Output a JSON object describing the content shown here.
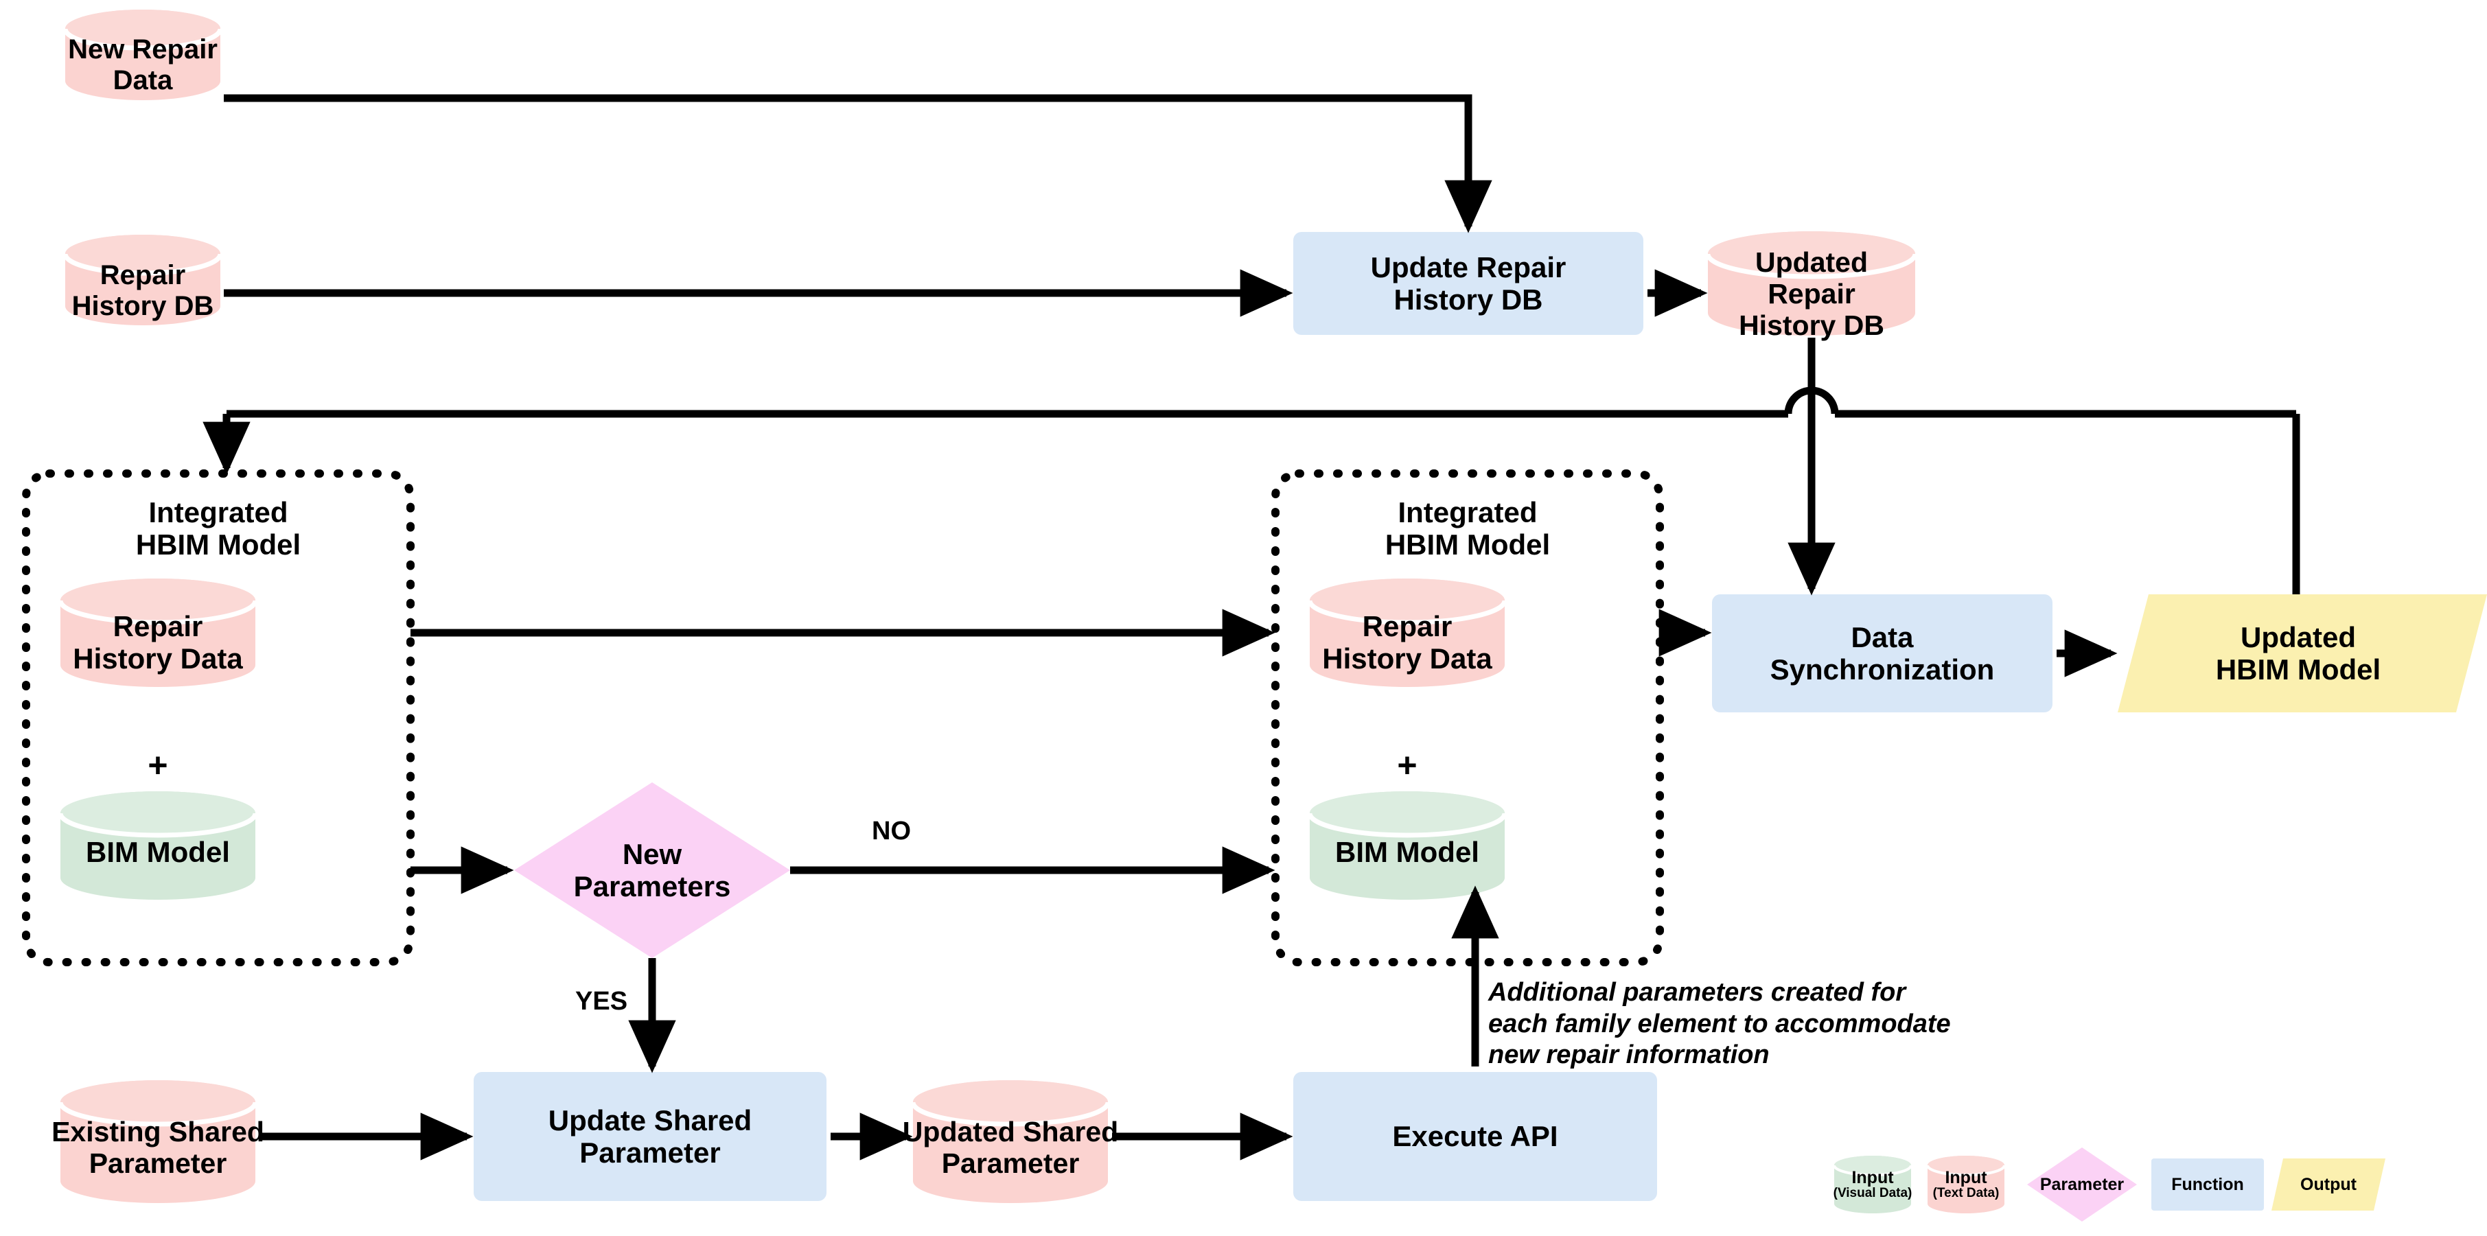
{
  "diagram": {
    "title": "HBIM repair-history update and data synchronization workflow",
    "colors": {
      "data_pink": "#FBD3D0",
      "data_pink_top": "#FBD9D6",
      "data_green": "#D3E8D8",
      "data_green_top": "#DCEDE0",
      "function_blue": "#D8E7F7",
      "parameter_magenta": "#FBD2F5",
      "output_yellow": "#FBF0B0",
      "stroke_black": "#000000",
      "group_border": "#000000"
    },
    "nodes": {
      "new_repair_data": "New Repair\nData",
      "repair_history_db": "Repair\nHistory DB",
      "update_repair_history_db": "Update Repair\nHistory DB",
      "updated_repair_history_db": "Updated Repair\nHistory DB",
      "group_left_title": "Integrated\nHBIM Model",
      "group_left_repair_history_data": "Repair\nHistory Data",
      "group_left_plus": "+",
      "group_left_bim_model": "BIM Model",
      "group_right_title": "Integrated\nHBIM Model",
      "group_right_repair_history_data": "Repair\nHistory Data",
      "group_right_plus": "+",
      "group_right_bim_model": "BIM Model",
      "new_parameters": "New\nParameters",
      "data_synchronization": "Data\nSynchronization",
      "updated_hbim_model": "Updated\nHBIM Model",
      "existing_shared_parameter": "Existing Shared\nParameter",
      "update_shared_parameter": "Update Shared\nParameter",
      "updated_shared_parameter": "Updated Shared\nParameter",
      "execute_api": "Execute API"
    },
    "edge_labels": {
      "decision_no": "NO",
      "decision_yes": "YES"
    },
    "annotations": {
      "api_note": "Additional parameters created for\neach family element to accommodate\nnew repair information"
    },
    "legend": {
      "input_visual_main": "Input",
      "input_visual_sub": "(Visual Data)",
      "input_text_main": "Input",
      "input_text_sub": "(Text Data)",
      "parameter": "Parameter",
      "function": "Function",
      "output": "Output"
    }
  }
}
